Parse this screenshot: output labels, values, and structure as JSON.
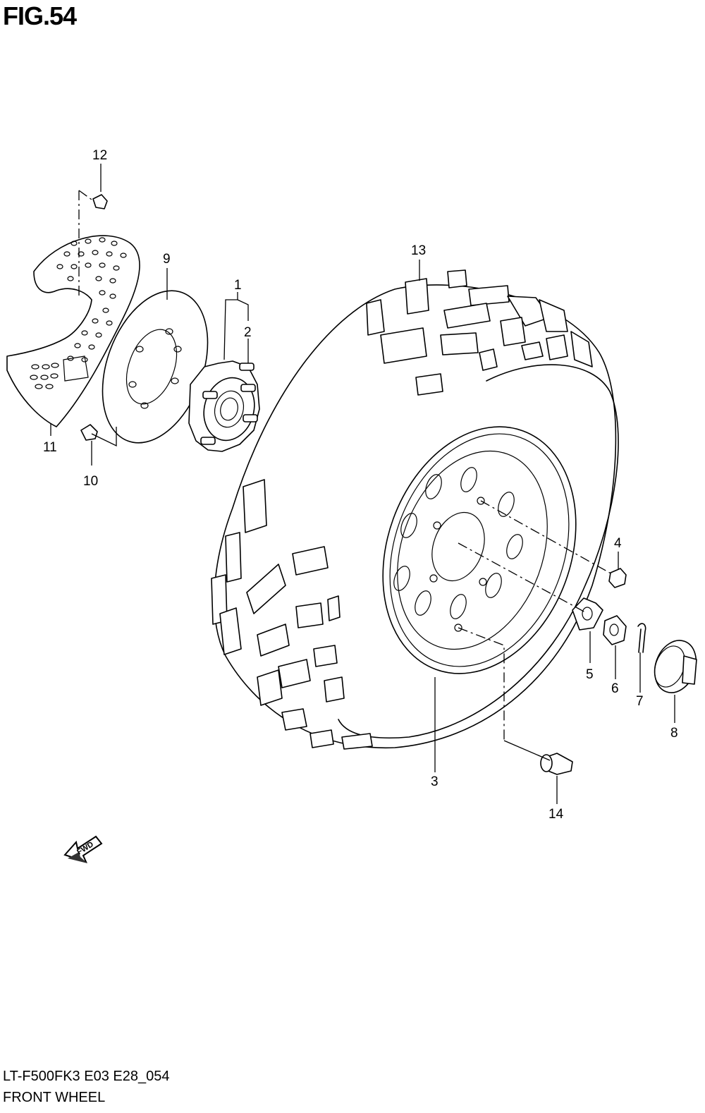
{
  "figure": {
    "title": "FIG.54"
  },
  "footer": {
    "model_code": "LT-F500FK3 E03 E28_054",
    "section_name": "FRONT WHEEL"
  },
  "callouts": [
    "1",
    "2",
    "3",
    "4",
    "5",
    "6",
    "7",
    "8",
    "9",
    "10",
    "11",
    "12",
    "13",
    "14"
  ],
  "fwd_label": "FWD"
}
